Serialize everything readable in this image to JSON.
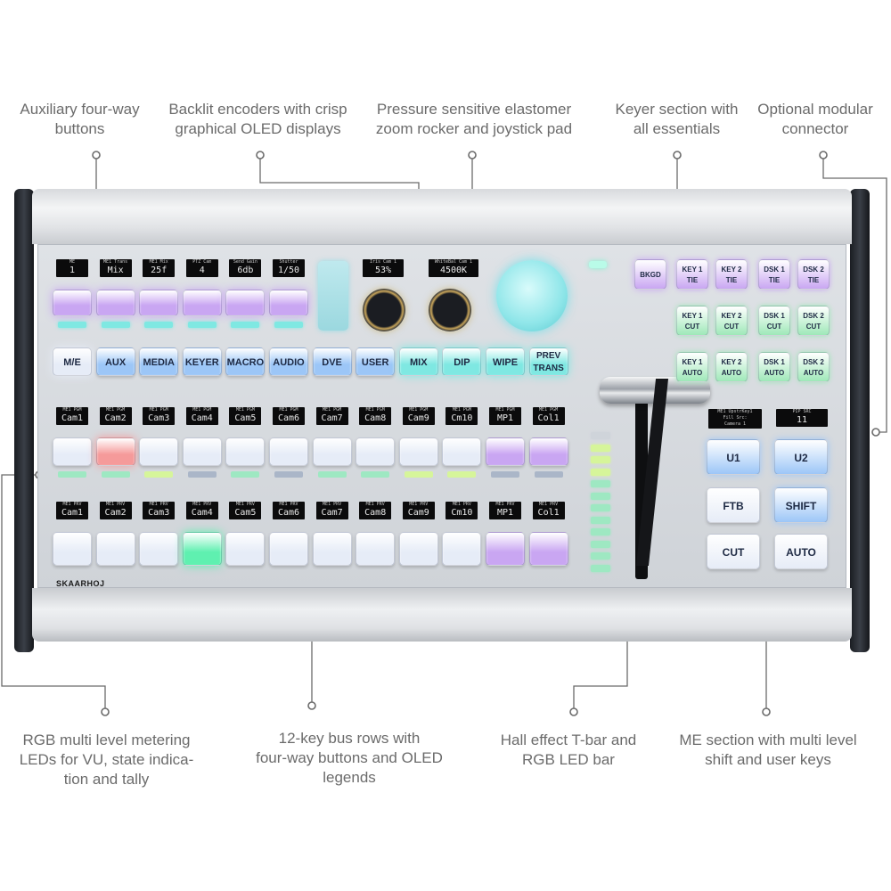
{
  "callouts": {
    "aux": "Auxiliary four-way\nbuttons",
    "encoders": "Backlit encoders with crisp\ngraphical OLED displays",
    "joystick": "Pressure sensitive elastomer\nzoom rocker and joystick pad",
    "keyer": "Keyer section with\nall essentials",
    "connector": "Optional modular\nconnector",
    "metering": "RGB multi level metering\nLEDs for VU, state indica-\ntion and tally",
    "busrows": "12-key bus rows with\nfour-way buttons and OLED\nlegends",
    "tbar": "Hall effect T-bar and\nRGB LED bar",
    "me": "ME section with multi level\nshift and user keys"
  },
  "brand": "SKAARHOJ",
  "aux_oleds": [
    {
      "small": "ME",
      "big": "1"
    },
    {
      "small": "ME1 Trans",
      "big": "Mix"
    },
    {
      "small": "ME1 Mix",
      "big": "25f"
    },
    {
      "small": "PTZ Cam",
      "big": "4"
    },
    {
      "small": "Send Gain",
      "big": "6db"
    },
    {
      "small": "Shutter",
      "big": "1/50"
    }
  ],
  "encoder_oleds": [
    {
      "small": "Iris Cam 1",
      "big": "53%"
    },
    {
      "small": "WhiteBal Cam 1",
      "big": "4500K"
    }
  ],
  "mode_buttons": [
    "M/E",
    "AUX",
    "MEDIA",
    "KEYER",
    "MACRO",
    "AUDIO",
    "DVE",
    "USER",
    "MIX",
    "DIP",
    "WIPE",
    "PREV\nTRANS"
  ],
  "program_row": {
    "small": "ME1 PGM",
    "sources": [
      "Cam1",
      "Cam2",
      "Cam3",
      "Cam4",
      "Cam5",
      "Cam6",
      "Cam7",
      "Cam8",
      "Cam9",
      "Cm10",
      "MP1",
      "Col1"
    ]
  },
  "preview_row": {
    "small": "ME1 PRV",
    "sources": [
      "Cam1",
      "Cam2",
      "Cam3",
      "Cam4",
      "Cam5",
      "Cam6",
      "Cam7",
      "Cam8",
      "Cam9",
      "Cm10",
      "MP1",
      "Col1"
    ]
  },
  "keyer_buttons": {
    "bkgd": "BKGD",
    "tie": [
      {
        "top": "KEY 1",
        "bot": "TIE"
      },
      {
        "top": "KEY 2",
        "bot": "TIE"
      },
      {
        "top": "DSK 1",
        "bot": "TIE"
      },
      {
        "top": "DSK 2",
        "bot": "TIE"
      }
    ],
    "cut": [
      {
        "top": "KEY 1",
        "bot": "CUT"
      },
      {
        "top": "KEY 2",
        "bot": "CUT"
      },
      {
        "top": "DSK 1",
        "bot": "CUT"
      },
      {
        "top": "DSK 2",
        "bot": "CUT"
      }
    ],
    "auto": [
      {
        "top": "KEY 1",
        "bot": "AUTO"
      },
      {
        "top": "KEY 2",
        "bot": "AUTO"
      },
      {
        "top": "DSK 1",
        "bot": "AUTO"
      },
      {
        "top": "DSK 2",
        "bot": "AUTO"
      }
    ]
  },
  "me_oleds": [
    {
      "small": "ME1 UpstrKey1",
      "big": "Fill Src:\nCamera 1"
    },
    {
      "small": "PIP SRC",
      "big": "11"
    }
  ],
  "me_buttons": [
    "U1",
    "U2",
    "FTB",
    "SHIFT",
    "CUT",
    "AUTO"
  ],
  "colors": {
    "purple": "#c9a6f2",
    "cyan": "#7fe8e2",
    "green": "#9ee8b8",
    "red": "#f59a9a",
    "white": "#e6ecf7",
    "blue": "#9cc6f7"
  }
}
